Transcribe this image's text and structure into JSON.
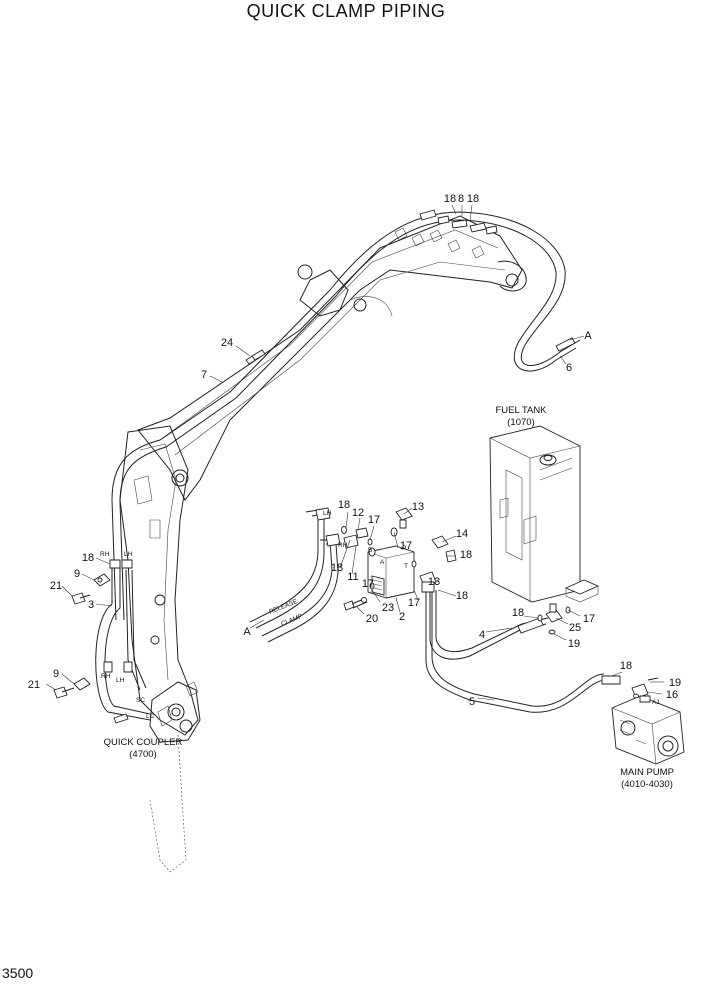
{
  "title": "QUICK CLAMP PIPING",
  "page_number": "3500",
  "captions": {
    "fuel_tank": "FUEL TANK",
    "fuel_tank_ref": "(1070)",
    "quick_coupler": "QUICK COUPLER",
    "quick_coupler_ref": "(4700)",
    "main_pump": "MAIN PUMP",
    "main_pump_ref": "(4010-4030)",
    "release": "RELEASE",
    "clamp": "CLAMP"
  },
  "small_marks": {
    "lh": "LH",
    "rh": "RH",
    "sc": "SC",
    "lc": "LC",
    "b": "B",
    "a": "A",
    "p": "P",
    "t": "T",
    "a1": "A1"
  },
  "callouts": {
    "c18a": "18",
    "c8": "8",
    "c18b": "18",
    "cA1": "A",
    "c6": "6",
    "c24": "24",
    "c7": "7",
    "c18c": "18",
    "c9a": "9",
    "c21a": "21",
    "c3": "3",
    "c9b": "9",
    "c21b": "21",
    "c18d": "18",
    "c12": "12",
    "c17a": "17",
    "c13a": "13",
    "c14": "14",
    "c17b": "17",
    "c18e": "18",
    "c18f": "18",
    "c11": "11",
    "c17c": "17",
    "c13b": "13",
    "c18g": "18",
    "c17d": "17",
    "c23": "23",
    "c2": "2",
    "c20": "20",
    "cA2": "A",
    "c18h": "18",
    "c17e": "17",
    "c25": "25",
    "c4": "4",
    "c19a": "19",
    "c18i": "18",
    "c19b": "19",
    "c16": "16",
    "c5": "5"
  }
}
